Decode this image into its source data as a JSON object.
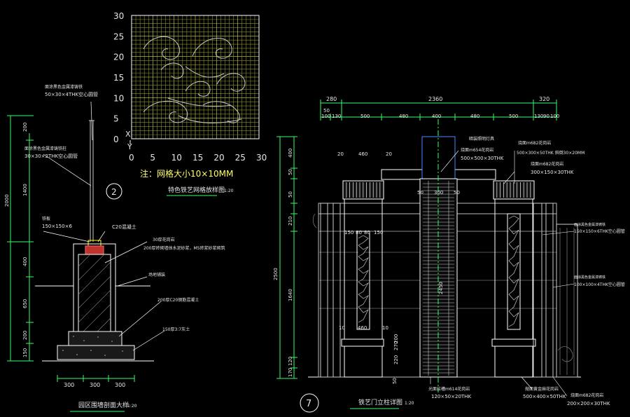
{
  "grid_detail": {
    "x_ticks": [
      "0",
      "5",
      "10",
      "15",
      "20",
      "25",
      "30"
    ],
    "y_ticks": [
      "30",
      "25",
      "20",
      "15",
      "10",
      "5",
      "0"
    ],
    "axis_x": "X",
    "axis_y": "Y",
    "note": "注：网格大小10×10MM",
    "title": "特色铁艺网格放样图",
    "scale": "1:20"
  },
  "wall_section": {
    "labels": {
      "rail_tube": "面涂黑色金属漆铸铁",
      "rail_tube_spec": "50×30×4THK空心圆管",
      "post_label": "面涂黑色金属漆铸铁柱",
      "post_spec": "30×30×2THK空心圆管",
      "cap_label": "铁板",
      "cap_spec": "150×150×6",
      "concrete_cap": "C20混凝土",
      "pier_note1": "30厚花岗岩",
      "pier_note2": "200厚砖砌墙体水泥砂浆，M5砖浆砂浆砌筑",
      "ground_note": "场地铺装",
      "footing_note": "200厚C20钢筋混凝土",
      "gravel_note": "150厚3:7灰土"
    },
    "dims_vertical": [
      "200",
      "1400",
      "2000",
      "400",
      "650",
      "200",
      "150"
    ],
    "dims_horizontal": [
      "300",
      "300",
      "300"
    ],
    "title": "园区围墙剖面大样",
    "scale": "1:20",
    "bubble": "2"
  },
  "gate_elevation": {
    "top_dims": [
      "280",
      "2360",
      "320"
    ],
    "mid_dims": [
      "50",
      "100",
      "130",
      "500",
      "480",
      "400",
      "480",
      "500",
      "130",
      "90",
      "100"
    ],
    "labels": {
      "top_note": "暗装照明灯具",
      "top_stone": "烧面m654花岗岩",
      "top_stone_spec": "500×500×30THK",
      "cap_stone_r": "烧面m682花岗岩",
      "cap_stone_r_spec": "500×300×50THK 斜倒30×20MM",
      "cap_stone_r2": "烧面m682花岗岩",
      "cap_stone_r2_spec": "300×150×30THK",
      "right_post": "面涂黑色金属漆铸铁",
      "right_post_spec": "150×150×6THK空心圆管",
      "right_post2": "面涂黑色金属漆铸铁",
      "right_post2_spec": "100×100×4THK空心圆管",
      "bottom_left": "光面拉槽m614花岗岩",
      "bottom_left_spec": "120×50×20THK",
      "bottom_mid": "抛面黄金麻花岗岩",
      "bottom_mid_spec": "500×400×50THK",
      "bottom_right": "烧面m682花岗岩",
      "bottom_right_spec": "200×200×30THK"
    },
    "dims_left": [
      "400",
      "50",
      "50",
      "210",
      "2500",
      "1640",
      "120",
      "170"
    ],
    "dims_inner": [
      "20",
      "460",
      "20",
      "150",
      "80",
      "80",
      "150",
      "2450",
      "10",
      "460",
      "10",
      "50",
      "300",
      "50",
      "200",
      "220",
      "270",
      "50"
    ],
    "title": "铁艺门立柱详图",
    "scale": "1:20",
    "bubble": "7"
  }
}
